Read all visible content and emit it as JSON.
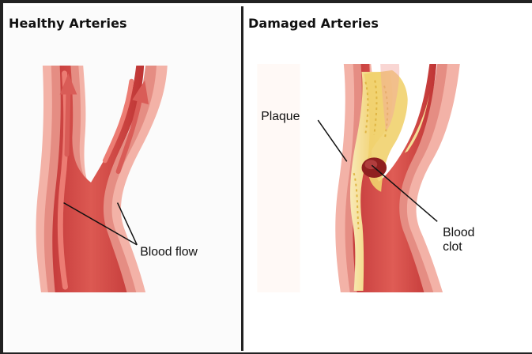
{
  "panels": {
    "healthy": {
      "title": "Healthy Arteries",
      "labels": {
        "blood_flow": "Blood flow"
      }
    },
    "damaged": {
      "title": "Damaged Arteries",
      "labels": {
        "plaque": "Plaque",
        "blood_clot_line1": "Blood",
        "blood_clot_line2": "clot"
      }
    }
  },
  "colors": {
    "border": "#222222",
    "artery_outer": "#f3b2a7",
    "artery_wall": "#e58d83",
    "lumen": "#c94747",
    "lumen_highlight": "#e36d62",
    "plaque": "#f6df9a",
    "clot": "#8f2020"
  },
  "icons": {
    "flow_arrow": "arrow-up-icon"
  }
}
